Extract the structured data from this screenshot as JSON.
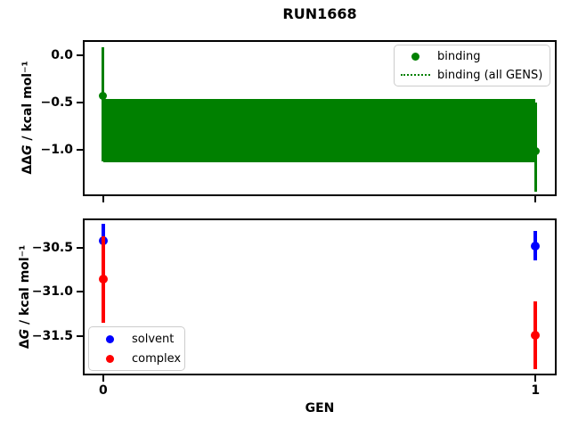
{
  "figure": {
    "background": "#ffffff"
  },
  "chart_data": [
    {
      "type": "errorbar",
      "axes": "top-axes",
      "title": "RUN1668",
      "ylabel": "ΔΔG / kcal mol⁻¹",
      "ylabel_prefix": "ΔΔ",
      "ylabel_italic": "G",
      "ylabel_suffix": " / kcal mol⁻¹",
      "xlim": [
        -0.047,
        1.049
      ],
      "ylim_top": 0.16,
      "ylim_bottom": -1.49,
      "grid": false,
      "yticks": [
        {
          "v": 0.0,
          "label": "0.0"
        },
        {
          "v": -0.5,
          "label": "−0.5"
        },
        {
          "v": -1.0,
          "label": "−1.0"
        }
      ],
      "xticks": [
        {
          "v": 0,
          "label": ""
        },
        {
          "v": 1,
          "label": ""
        }
      ],
      "band": {
        "name": "binding (all GENS)",
        "style": "dotted-line-with-filled-band",
        "color": "#008000",
        "x0": 0,
        "x1": 1,
        "y_top": -0.46,
        "y_bottom": -1.13,
        "center": -0.79
      },
      "series": [
        {
          "name": "binding",
          "color": "#008000",
          "points": [
            {
              "x": 0,
              "y": -0.43,
              "err_hi": 0.08,
              "err_lo": -1.12
            },
            {
              "x": 1,
              "y": -1.01,
              "err_hi": -0.5,
              "err_lo": -1.44
            }
          ]
        }
      ],
      "legend": {
        "loc": "upper right",
        "items": [
          {
            "label": "binding",
            "marker": "dot",
            "color": "#008000"
          },
          {
            "label": "binding (all GENS)",
            "marker": "dotted-line",
            "color": "#008000"
          }
        ]
      }
    },
    {
      "type": "errorbar",
      "axes": "bottom-axes",
      "ylabel": "ΔG / kcal mol⁻¹",
      "ylabel_prefix": "Δ",
      "ylabel_italic": "G",
      "ylabel_suffix": " / kcal mol⁻¹",
      "xlabel": "GEN",
      "xlim": [
        -0.047,
        1.049
      ],
      "ylim_top": -30.17,
      "ylim_bottom": -31.95,
      "grid": false,
      "yticks": [
        {
          "v": -30.5,
          "label": "−30.5"
        },
        {
          "v": -31.0,
          "label": "−31.0"
        },
        {
          "v": -31.5,
          "label": "−31.5"
        }
      ],
      "xticks": [
        {
          "v": 0,
          "label": "0"
        },
        {
          "v": 1,
          "label": "1"
        }
      ],
      "series": [
        {
          "name": "solvent",
          "color": "#0000ff",
          "points": [
            {
              "x": 0,
              "y": -30.42,
              "err_hi": -30.23,
              "err_lo": -30.61
            },
            {
              "x": 1,
              "y": -30.48,
              "err_hi": -30.31,
              "err_lo": -30.65
            }
          ]
        },
        {
          "name": "complex",
          "color": "#ff0000",
          "points": [
            {
              "x": 0,
              "y": -30.86,
              "err_hi": -30.37,
              "err_lo": -31.35
            },
            {
              "x": 1,
              "y": -31.49,
              "err_hi": -31.11,
              "err_lo": -31.88
            }
          ]
        }
      ],
      "legend": {
        "loc": "lower left",
        "items": [
          {
            "label": "solvent",
            "marker": "dot",
            "color": "#0000ff"
          },
          {
            "label": "complex",
            "marker": "dot",
            "color": "#ff0000"
          }
        ]
      }
    }
  ]
}
